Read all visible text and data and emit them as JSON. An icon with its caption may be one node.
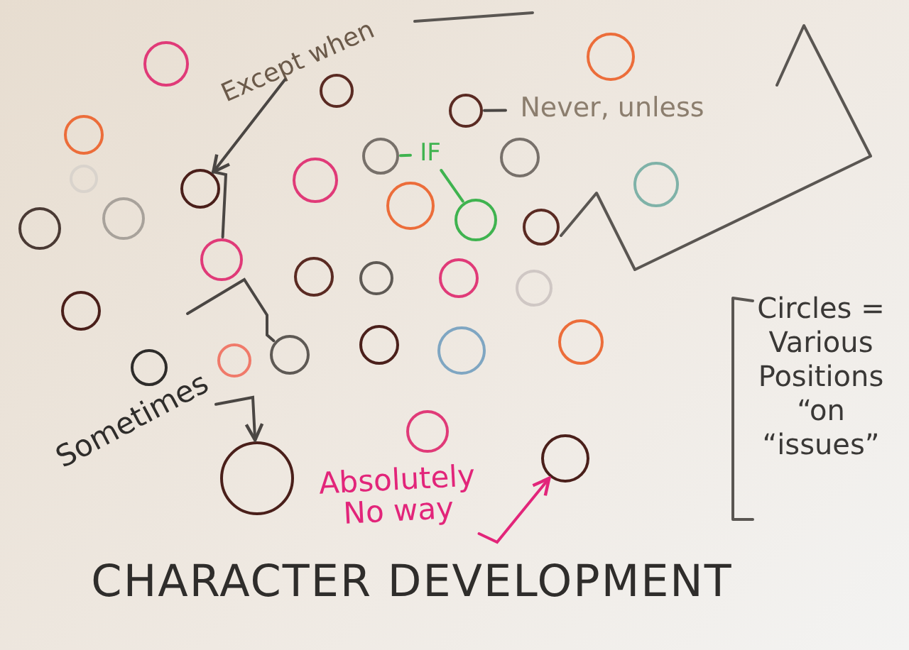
{
  "diagram": {
    "title": "CHARACTER DEVELOPMENT",
    "nodes": [
      {
        "text": [],
        "shape": "circle"
      },
      {
        "text": [
          "Except when"
        ]
      },
      {
        "text": [],
        "shape": "circle"
      },
      {
        "text": [],
        "shape": "circle"
      },
      {
        "text": [],
        "shape": "circle"
      },
      {
        "text": [
          "Never, unless"
        ]
      },
      {
        "text": [],
        "shape": "circle"
      },
      {
        "text": [
          "IF"
        ]
      },
      {
        "text": [],
        "shape": "circle"
      },
      {
        "text": [],
        "shape": "circle"
      },
      {
        "text": [],
        "shape": "circle"
      },
      {
        "text": [],
        "shape": "circle"
      },
      {
        "text": [],
        "shape": "circle"
      },
      {
        "text": [],
        "shape": "circle"
      },
      {
        "text": [],
        "shape": "circle"
      },
      {
        "text": [],
        "shape": "circle"
      },
      {
        "text": [],
        "shape": "circle"
      },
      {
        "text": [],
        "shape": "circle"
      },
      {
        "text": [],
        "shape": "circle"
      },
      {
        "text": [],
        "shape": "circle"
      },
      {
        "text": [],
        "shape": "circle"
      },
      {
        "text": [],
        "shape": "circle"
      },
      {
        "text": [],
        "shape": "circle"
      },
      {
        "text": [],
        "shape": "circle"
      },
      {
        "text": [],
        "shape": "circle"
      },
      {
        "text": [],
        "shape": "circle"
      },
      {
        "text": [],
        "shape": "circle"
      },
      {
        "text": [],
        "shape": "circle"
      },
      {
        "text": [],
        "shape": "circle"
      },
      {
        "text": [],
        "shape": "circle"
      },
      {
        "text": [],
        "shape": "circle"
      },
      {
        "text": [
          "Sometimes"
        ]
      },
      {
        "text": [],
        "shape": "circle"
      },
      {
        "text": [],
        "shape": "circle"
      },
      {
        "text": [],
        "shape": "circle"
      },
      {
        "text": [
          "Absolutely No way"
        ]
      }
    ],
    "edges": [
      {
        "from": 1,
        "to": 13,
        "arrow": "to"
      },
      {
        "from": 4,
        "to": 5,
        "arrow": "none"
      },
      {
        "from": 7,
        "to": 8,
        "arrow": "none",
        "color": "#3fb34f"
      },
      {
        "from": 7,
        "to": 16,
        "arrow": "none",
        "color": "#3fb34f"
      },
      {
        "from": 31,
        "to": 34,
        "arrow": "to"
      },
      {
        "from": 35,
        "to": 33,
        "arrow": "to",
        "color": "#e2257a"
      },
      {
        "from": 13,
        "to": 19,
        "arrow": "none"
      },
      {
        "from": null,
        "to": 28,
        "arrow": "none"
      }
    ],
    "labels": [
      "Circles = Various Positions “on “issues”"
    ]
  }
}
